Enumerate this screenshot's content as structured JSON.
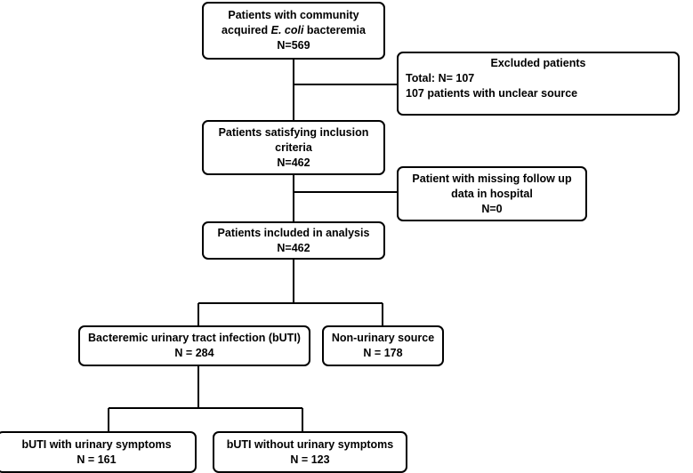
{
  "flowchart": {
    "source": {
      "line1": "Patients with community",
      "line2_prefix": "acquired ",
      "line2_italic": "E. coli",
      "line2_suffix": " bacteremia",
      "count": "N=569"
    },
    "excluded": {
      "title": "Excluded patients",
      "total": "Total: N= 107",
      "reason": "107 patients with unclear source"
    },
    "inclusion": {
      "line1": "Patients satisfying inclusion",
      "line2": "criteria",
      "count": "N=462"
    },
    "missing": {
      "line1": "Patient with missing follow up",
      "line2": "data in hospital",
      "count": "N=0"
    },
    "analysis": {
      "line1": "Patients included in analysis",
      "count": "N=462"
    },
    "butI": {
      "line1": "Bacteremic urinary tract infection (bUTI)",
      "count": "N = 284"
    },
    "non_urinary": {
      "line1": "Non-urinary source",
      "count": "N = 178"
    },
    "with_symptoms": {
      "line1": "bUTI with urinary symptoms",
      "count": "N = 161"
    },
    "without_symptoms": {
      "line1": "bUTI without urinary symptoms",
      "count": "N = 123"
    }
  }
}
